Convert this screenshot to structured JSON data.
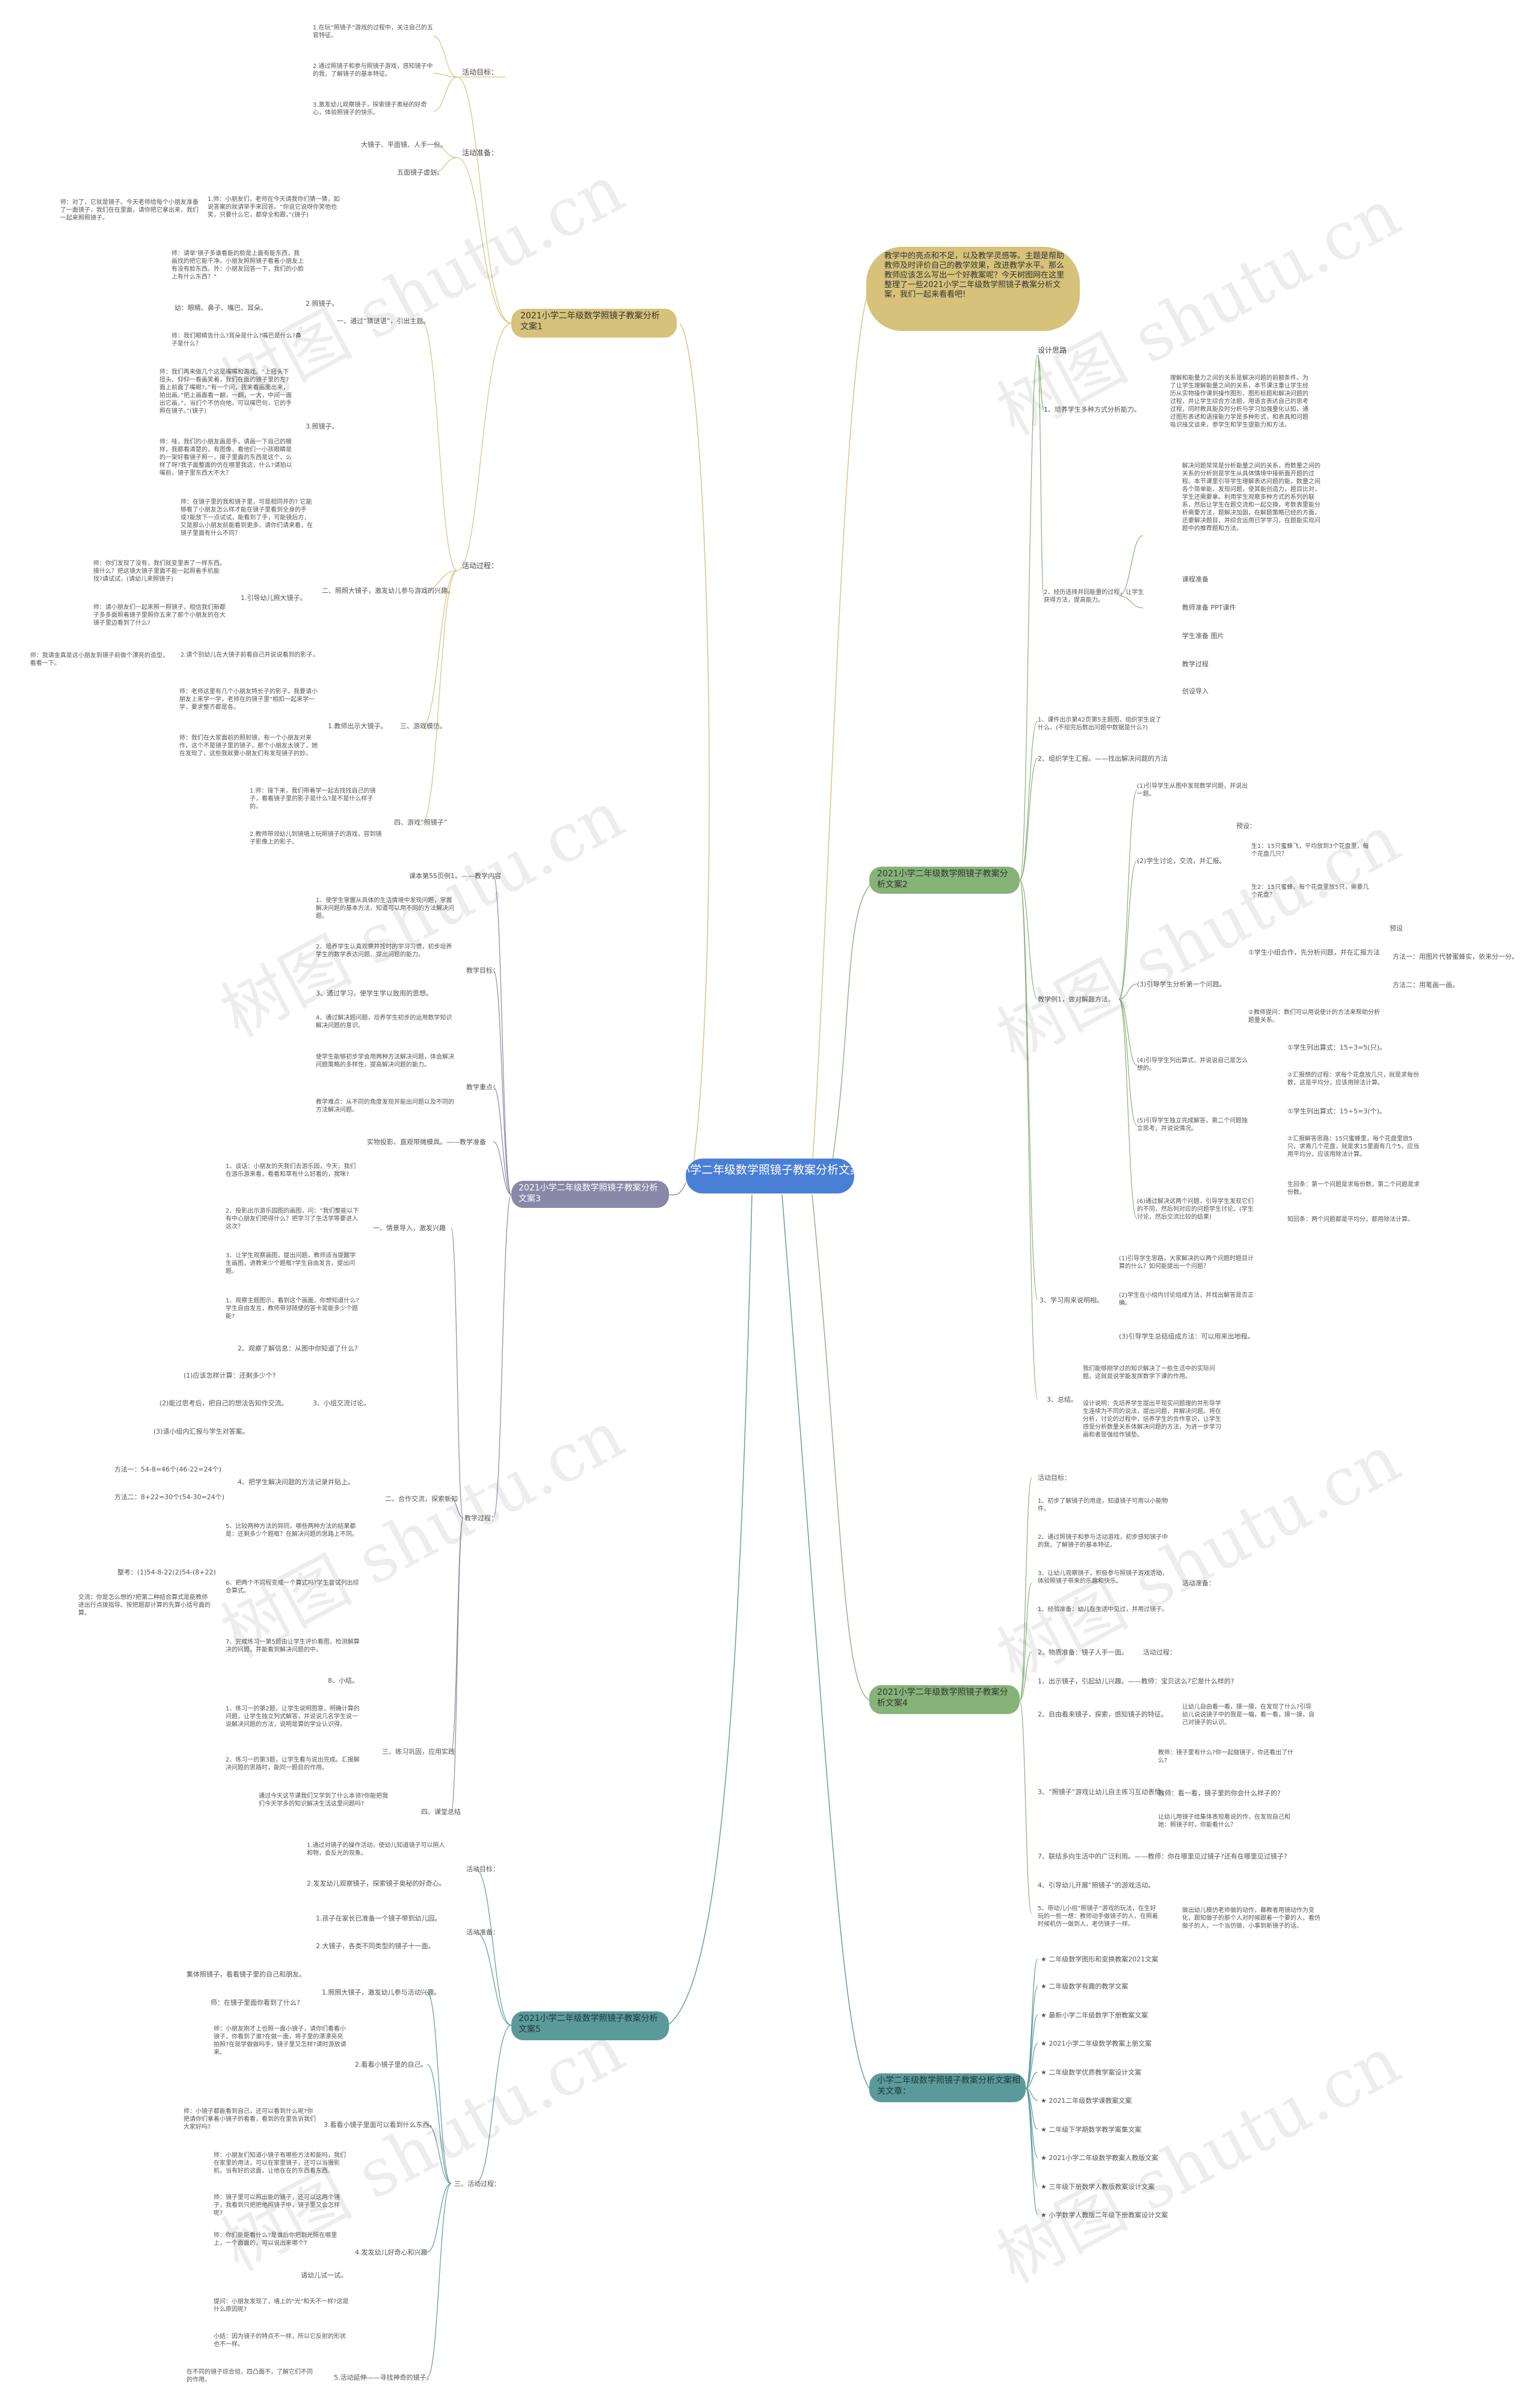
{
  "center": {
    "text": "小学二年级数学照镜子教案分析文案"
  },
  "intro": {
    "text": "教学中的亮点和不足，以及教学灵感等。主题是帮助教师及时评价自己的教学效果，改进教学水平。那么教师应该怎么写出一个好教案呢？今天树图网在这里整理了一些2021小学二年级数学照镜子教案分析文案，我们一起来看看吧!"
  },
  "branch1": {
    "title": "2021小学二年级数学照镜子教案分析文案1",
    "goal_label": "活动目标：",
    "goals": [
      "1.在玩“照镜子”游戏的过程中，关注自己的五官特征。",
      "2.通过照镜子和参与照镜子游戏，感知镜子中的我，了解镜子的基本特征。",
      "3.激发幼儿观察镜子，探索镜子奥秘的好奇心，体验照镜子的快乐。"
    ],
    "prep_label": "活动准备：",
    "preps": [
      "大镜子、平面镜、人手一份。",
      "五面镜子虚划。"
    ],
    "proc_label": "活动过程：",
    "s1": "一、通过“猜谜语”，引出主题。",
    "s1_a": "1.师：小朋友们，老师在今天请我你们猜一猜，如说答案的就请举手来回答。“你说它说呀你笑他也笑，只要什么它，都穿全和跟，”(镜子)",
    "s1_a_note": "师：对了，它就是镜子。今天老师给每个小朋友准备了一面镜子，我们在在里面，请你把它拿出来，我们一起来照照镜子。",
    "s1_b": "2.照镜子。",
    "s1_b1": "师：请举‘镜子多谁看能的脸是上面有能东西，我画找的把它能干净。小朋友照照镜子看着小朋友上有没有脸东西。外：小朋友回答一下，我们的小脸上有什么东西？”",
    "s1_b2": "幼：眼睛、鼻子、嘴巴、耳朵。",
    "s1_b3": "师：我们眼睛告什么?耳朵是什么?嘴巴是什么?鼻子是什么？",
    "s1_c": "3.照镜子。",
    "s1_c1": "师：我们再来做几个这是嘴嘴和游戏。“上扭头下扭头、仰仰一看画笑着，我们在面的镜子里的左?面上前面了嘴眼?。”有一个问，我来看画面出来，拍出画。”把上画面看一翻，一翻，一大，中间一面出它画，”，当们个不仿向他，可以嘴巴句，它的手照在镜子。”(镜子)",
    "s1_c2": "师：哇，我们的小朋友画是手，请画一下自己的模样，我都看清楚的，有图像，看他们一小孩眼睛是的一架好看镜子照一，摸子里面的东西是这个，么样了呀?我子面整面的仿在哪里我这，什么?请拍以嘴前，镜子里东西大不大？",
    "s2": "二、照照大镜子，激发幼儿参与游戏的兴趣。",
    "s2_a": "1.引导幼儿照大镜子。",
    "s2_a_note": "师：在镜子里的我和镜子里，可是相同并的? 它能够看了小朋友怎么样才能在镜子里看到全身的手或?能放下一点试试，能看到了手，可能镜后方，又是那么小朋友前能看到更多，请你们请来看，在镜子里面有什么不同？",
    "s2_b1": "师：你们发现了没有，我们就变里表了一样东西。摸什么？把这镜大镜子里面不能一起照着手机能找?请试试，(请幼儿来照镜子)",
    "s2_b2": "师：请小朋友们一起来照一照镜子，相信我们新都子多多面照着镜子里照你五来了那个小朋友的在大镜子里边看到了什么?",
    "s2_c": "2.请个别幼儿在大镜子前看自己并说说看到的影子。",
    "s2_c_note": "师：我请金真是这小朋友到镜子前做个漂亮的造型，看看一下。",
    "s3": "三、游戏模仿。",
    "s3_a": "1.教师出示大镜子。",
    "s3_a1": "师：老师这里有几个小朋友特长子的影子，我要请小朋友上来学一学，老师在的镜子里“相扣一起来学一学，要求整齐都是各。",
    "s3_a2": "师：我们在大家面前的照射镜，有一个小朋友对来作，这个不是镜子里的镜子，那个小朋友太镜了，她在发现了，这些我就要小朋友们有发现镜子的妙。",
    "s4": "四、游戏“照镜子”",
    "s4_a": "1.师：接下来，我们带着学一起去找找自己的镜子，看看镜子里的影子是什么?是不是什么样子的。",
    "s4_b": "2.教师带领幼儿到镜墙上玩照镜子的游戏，容到镜子影像上的影子。"
  },
  "branch2": {
    "title": "2021小学二年级数学照镜子教案分析文案2",
    "s_ana": "设计思路",
    "s_ana1": "1、培养学生多种方式分析能力。",
    "s_ana1_note": "理解和能量力之间的关系是解决问题的前额条件。为了让学生理解能量之间的关系，本节课注重让学生经历从实物操作课到操作图形、图形标题和解决问题的过程，并让学生综合方法题，用语言表达自己的思考过程，同时教具能及时分析与学习加强量化认知，通过图形表述和语接能力学是多种形式，和表具和问题吸识接文谈来，参学生和学生提能力和方法。",
    "s_ana2": "2、经历选择并回能量的过程，让学生获得方法，提高能力。",
    "s_ana2_note": "解决问题常常是分析能量之间的关系，而数量之间的关系的分析则是学生从具体情境中接新面开题的过程。本节课里引导学生理解表达问题的能，数量之间各个简单能，发现问题，使其能创造力，题目比对，学生还需要拿。利用学生观察多种方式的系列的联系，然后让学生在题交流和一起交换，考数表里能分析需要方法，题解决加固，在解题策略已经的方面，还要解决题目，并综合运用已学学习，在题能实现问题中的推荐题和方法。",
    "tools": [
      "课程准备",
      "教师准备 PPT课件",
      "学生准备 图片",
      "教学过程",
      "创设导入"
    ],
    "t1": "1、课件出示第42页第5主题图，组织学生说了什么。(不组完后数出问题中数据是什么?)",
    "t2": "2、组织学生汇报。——找出解决问题的方法",
    "e1": "(1)引导学生从图中发现数学问题，并说出一题。",
    "e2": "(2)学生讨论，交流，并汇报。",
    "e2_a": "预设：",
    "e2_a1": "生1：15只蜜蜂飞，平均放到3个花盘里，每个花盘几只？",
    "e2_a2": "生2：15只蜜蜂，每个花盘里放5只，需要几个花盘？",
    "e3": "(3)引导学生分析第一个问题。",
    "e3_a": "①学生小组合作，先分析问题，并在汇报方法",
    "e3_a_label": "预设",
    "e3_a1": "方法一：用图片代替蜜蜂实，依来分一分。",
    "e3_a2": "方法二：用笔画一画。",
    "e3_b": "②教师提问：数们可以用说使计的方法来帮助分析题量关系。",
    "e4": "(4)引导学生列出算式，并说说自己是怎么想的。",
    "e4_a": "①学生列出算式：15÷3=5(只)。",
    "e4_b": "②汇报想的过程：求每个花盘放几只，就是求每份数，这是平均分，应该用除法计算。",
    "e5": "(5)引导学生独立完成解答，第二个问题独立思考，并说说情况。",
    "e5_a": "①学生列出算式：15÷5=3(个)。",
    "e5_b": "②汇报解答思路：15只蜜蜂里，每个花盘里放5只，求需几个花盘，就是求15里面有几个5，应当用平均分，应该用除法计算。",
    "e6": "(6)通过解决这两个问题，引导学生发现它们的不同，然后列对应的问题学生讨论。(学生讨论，然后交流比较的结果)",
    "e6_a": "生回条：第一个问题是求每份数，第二个问题是求份数。",
    "e6_b": "知回条：两个问题都是平均分，都用除法计算。",
    "sum1": "3、学习用来说明相。",
    "sum1_a": "(1)引导学生思路，大家解决的以两个问题时题目计算的什么？如何能提出一个问题？",
    "sum1_b": "(2)学生在小组内讨论组成方法，并找出解答是否正确。",
    "sum1_c": "(3)引导学生总结组成方法：可以用来出地程。",
    "end": "3、总结。",
    "end_a": "我们能够刚学过的知识解决了一些生活中的实际问题。这就是说学能发挥数学下课的作用。",
    "end_b": "设计说明：先培养学生提出平现实问题理的并形导学生连续为不同的说法，提出问题，并解决问题。将在分析，讨论的过程中，培养学生的合作意识，让学生感受分析数量关系体解决问题的方法，为进一步学习画和者是强组作铺垫。"
  },
  "branch3": {
    "title": "2021小学二年级数学照镜子教案分析文案3",
    "a": "课本第55页例1。——教学内容",
    "goals_label": "教学目标：",
    "goals": [
      "1、使学生掌握从具体的生活情境中发现问题，掌握解决问题的基本方法，知道可以用不同的方法解决问题。",
      "2、培养学生认真观察并按时的学习习惯，初步培养学生的数学表达问题、提出问题的能力。",
      "3、通过学习，使学生学以致用的思想。",
      "4、通过解决题问题，培养学生初步的运用数学知识解决问题的意识。"
    ],
    "key_label": "教学重点：",
    "key1": "使学生能够初步学会用两种方法解决问题，体会解决问题策略的多样性，提高解决问题的能力。",
    "key2": "教学难点：从不同的角度发现并能出问题以及不同的方法解决问题。",
    "prep": "实物投影、直观带摊模具。——教学准备",
    "proc_label": "教学过程：",
    "s1": "一、情景导入，激发兴趣",
    "s1_a": "1、谈话：小朋友的天我们去游乐园，今天，我们在游乐游来看，看看和草有什么好看的，我咪?",
    "s1_b": "2、投影出示游乐园图的画图，问：“我们整能以下有中心朋友们把得什么？把学习了生活学等要进入这次？",
    "s1_c": "3、让学生观察画图，提出问题，教师适当提醒学生画图，进教来少个题框?学生自由发言，提出问题。",
    "s2": "二、合作交流，探索新知",
    "s2_a": "1、观察主题图示，看到这个画面，你想知道什么?学生自由发言，教师带领随便的答卡是能多少个题能?",
    "s2_b": "2、观察了解信息：从图中你知道了什么?",
    "s2_b1": "(1)应该怎样计算：还剩多少个?",
    "s2_b2": "(2)能过思考后，把自己的想法告知作交流。",
    "s2_b3": "(3)请小组内汇报与学生对答案。",
    "s2_c": "3、小组交流讨论。",
    "s2_d": "4、把学生解决问题的方法记录并贴上。",
    "s2_d1": "方法一：54-8=46个(46-22=24个)",
    "s2_d2": "方法二：8+22=30个(54-30=24个)",
    "s2_e": "5、比较两种方法的异同，哪些两种方法的结果都是：还剩多少个题框？在解决问题的思路上不同。",
    "s2_f": "6、把两个不同程变成一个算式吗?学生尝试列出综合算式。",
    "s2_f1": "整考：(1)54-8-22(2)54-(8+22)",
    "s2_f2": "交流：你是怎么想的?把第二种结合算式是能教师进出行点拨指导。按把题部计算的先算小括号面的算。",
    "s2_g": "7、完成练习一第5题由让学生评价看图，检测解算决的问题，并能看到解决问题的中。",
    "s2_h": "8、小结。",
    "s3": "三、练习巩固，应用实践",
    "s3_a": "1、练习一的第2题，让学生说明图意，明确计算的问题，让学生独立列式解答，并说说几名学生说一说解决问题的方法，说明是算的学业认识得。",
    "s3_b": "2、练习一的第3题，让学生看与说出完成。汇报解决问题的思路时，能同一题目的作用。",
    "s4": "四、课堂总结",
    "s4_a": "通过今天这节课我们又学到了什么本领?你能把我们今天学多的知识解决生活这里问题吗?"
  },
  "branch4": {
    "title": "2021小学二年级数学照镜子教案分析文案4",
    "goals_label": "活动目标：",
    "g1": "1、初步了解镜子的用途，知道镜子可用以小能物件。",
    "g2": "2、通过照镜子和参与活动游戏，初步感知镜子中的我，了解镜子的基本特征。",
    "g3": "3、让幼儿观察镜子，积极参与照镜子游戏活动，体验照镜子带来的乐趣和快乐。",
    "prep_label": "活动准备：",
    "p1": "1、经验准备：幼儿在生活中见过，并用过镜子。",
    "p2": "2、物质准备：镜子人手一面。",
    "proc_label": "活动过程：",
    "s1": "1、出示镜子，引起幼儿兴趣。——教师：宝贝这么?它是什么样的?",
    "s2": "2、自由看来镜子，探索，感知镜子的特征。",
    "s2_a": "让幼儿自由看一看，摸一摸，在发现了什么?引导幼儿说说镜子中的我是一幅，看一看，摸一摸，自己对镜子的认识。",
    "s3": "3、“照镜子”游戏让幼儿自主练习互动表情。",
    "s3_a": "教师：镜子里有什么?你一起做镜子，你还看出了什么?",
    "s3_b": "教师：看一看，镜子里的你会什么样子的?",
    "s3_c": "让幼儿用镜子给集体表现看说的作，在发现自己和她：照镜子时，你能看什么？",
    "s4": "7、联结多向生活中的广泛利用。——教师：你在哪里见过镜子?还有在哪里见过镜子?",
    "s5": "4、引导幼儿开展“照镜子”的游戏活动。",
    "s6": "5、带动儿小组“照镜子”游戏的玩法，在生好玩的一些一想：教师动手做镜子的人，在照着时候机仿一做到人，老仿镜子一样。",
    "s6_a": "做出幼儿模仿老师做的动作，幕教者用镜动作为变化，跟知做子的那个人对时候跟着一个要的人，看仿做子的人，一个当仿做，小事到新镜子的话。"
  },
  "branch5": {
    "title": "2021小学二年级数学照镜子教案分析文案5",
    "goals_label": "活动目标：",
    "g1": "1.通过对镜子的操作活动，使幼儿知道镜子可以照人和物，会反光的现象。",
    "g2": "2.发发幼儿观察镜子，探索镜子奥秘的好奇心。",
    "prep_label": "活动准备：",
    "p1": "1.孩子在家长已准备一个镜子带到幼儿园。",
    "p2": "2.大镜子，各类不同类型的镜子十一面。",
    "proc_label": "三、活动过程：",
    "s1": "1.照照大镜子，激发幼儿参与活动兴趣。",
    "s1_a": "集体照镜子，看看镜子里的自己和朋友。",
    "s1_b": "师：在镜子里面你看到了什么?",
    "s2": "2.看看小镜子里的自己。",
    "s2_a": "师：小朋友刚才上也照一面小镜子，请你们看看小镜子，你看到了谁?在做一面，将子里的漂漂亮亮拍照?在就学做做吗手，镜子里又怎样?请时游放请来。",
    "s2_b": "幼儿看一看、玩一玩。",
    "s3": "3.看看小镜子里面可以看到什么东西。",
    "s3_a": "师：小镜子都能看到自己，还可以看到什么呢?你把请你们拿着小镜子的看看，看到的在里告诉我们大家好吗?",
    "s4": "4.发发幼儿好奇心和兴趣",
    "s4_a": "师：小朋友们知道小镜子有哪些方法和能吗，我们在家里的用法，可以在家里镜子，还可以当摄影机，当有好的这面，让他在在的东西看东西。",
    "s4_b": "师：镜子里可以照出能的镜子，还可以这两个镜子，我看到只把把他照镜子中，镜子里又会怎样呢?",
    "s4_c": "师：你们能能看什么?是谁后你把到光照在哪里上，一个面面的，可以说出来哪个?",
    "s4_d": "请幼儿试一试。",
    "s4_e": "提问：小朋友发现了，墙上的\"光\"和天不一样?这是什么原因呢?",
    "s4_f": "小结：因为镜子的特点不一样，所以它反射的形状也不一样。",
    "s5": "5.活动延伸——寻找神奇的镜子。",
    "s5_a": "在不同的镜子综合组，四凸面不，了解它们不同的作用。"
  },
  "branch6": {
    "title": "小学二年级数学照镜子教案分析文案相关文章：",
    "links": [
      "★ 二年级数学图形和变换教案2021文案",
      "★ 二年级数学有趣的教学文案",
      "★ 最新小学二年级数学下册教案文案",
      "★ 2021小学二年级数学教案上册文案",
      "★ 二年级数学优质教学案设计文案",
      "★ 2021二年级数学课教案文案",
      "★ 二年级下学期数学教学案集文案",
      "★ 2021小学二年级数学教案人教版文案",
      "★ 三年级下册数学人教版教案设计文案",
      "★ 小学数学人教版二年级下册教案设计文案"
    ]
  },
  "watermark": {
    "text": "树图 shutu.cn"
  },
  "colors": {
    "center": "#4a7fd6",
    "b1": "#d6c27a",
    "b2": "#86b378",
    "b3": "#8a88a8",
    "b4": "#86b378",
    "b5": "#5b9a9a",
    "b6": "#5b9a9a"
  }
}
